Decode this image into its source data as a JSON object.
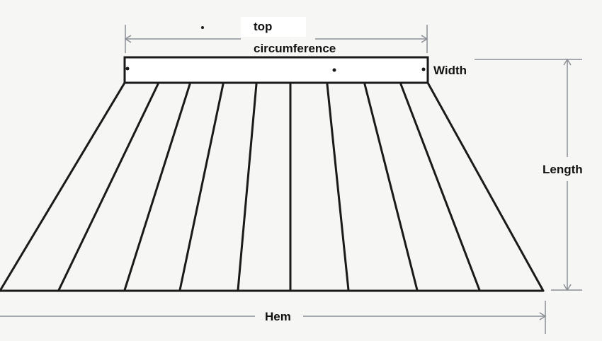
{
  "labels": {
    "top_line1": "top",
    "top_line2": "circumference",
    "width": "Width",
    "length": "Length",
    "hem": "Hem"
  },
  "colors": {
    "line": "#1a1a1a",
    "dimension": "#8a8f96",
    "background": "#f6f7f4"
  }
}
